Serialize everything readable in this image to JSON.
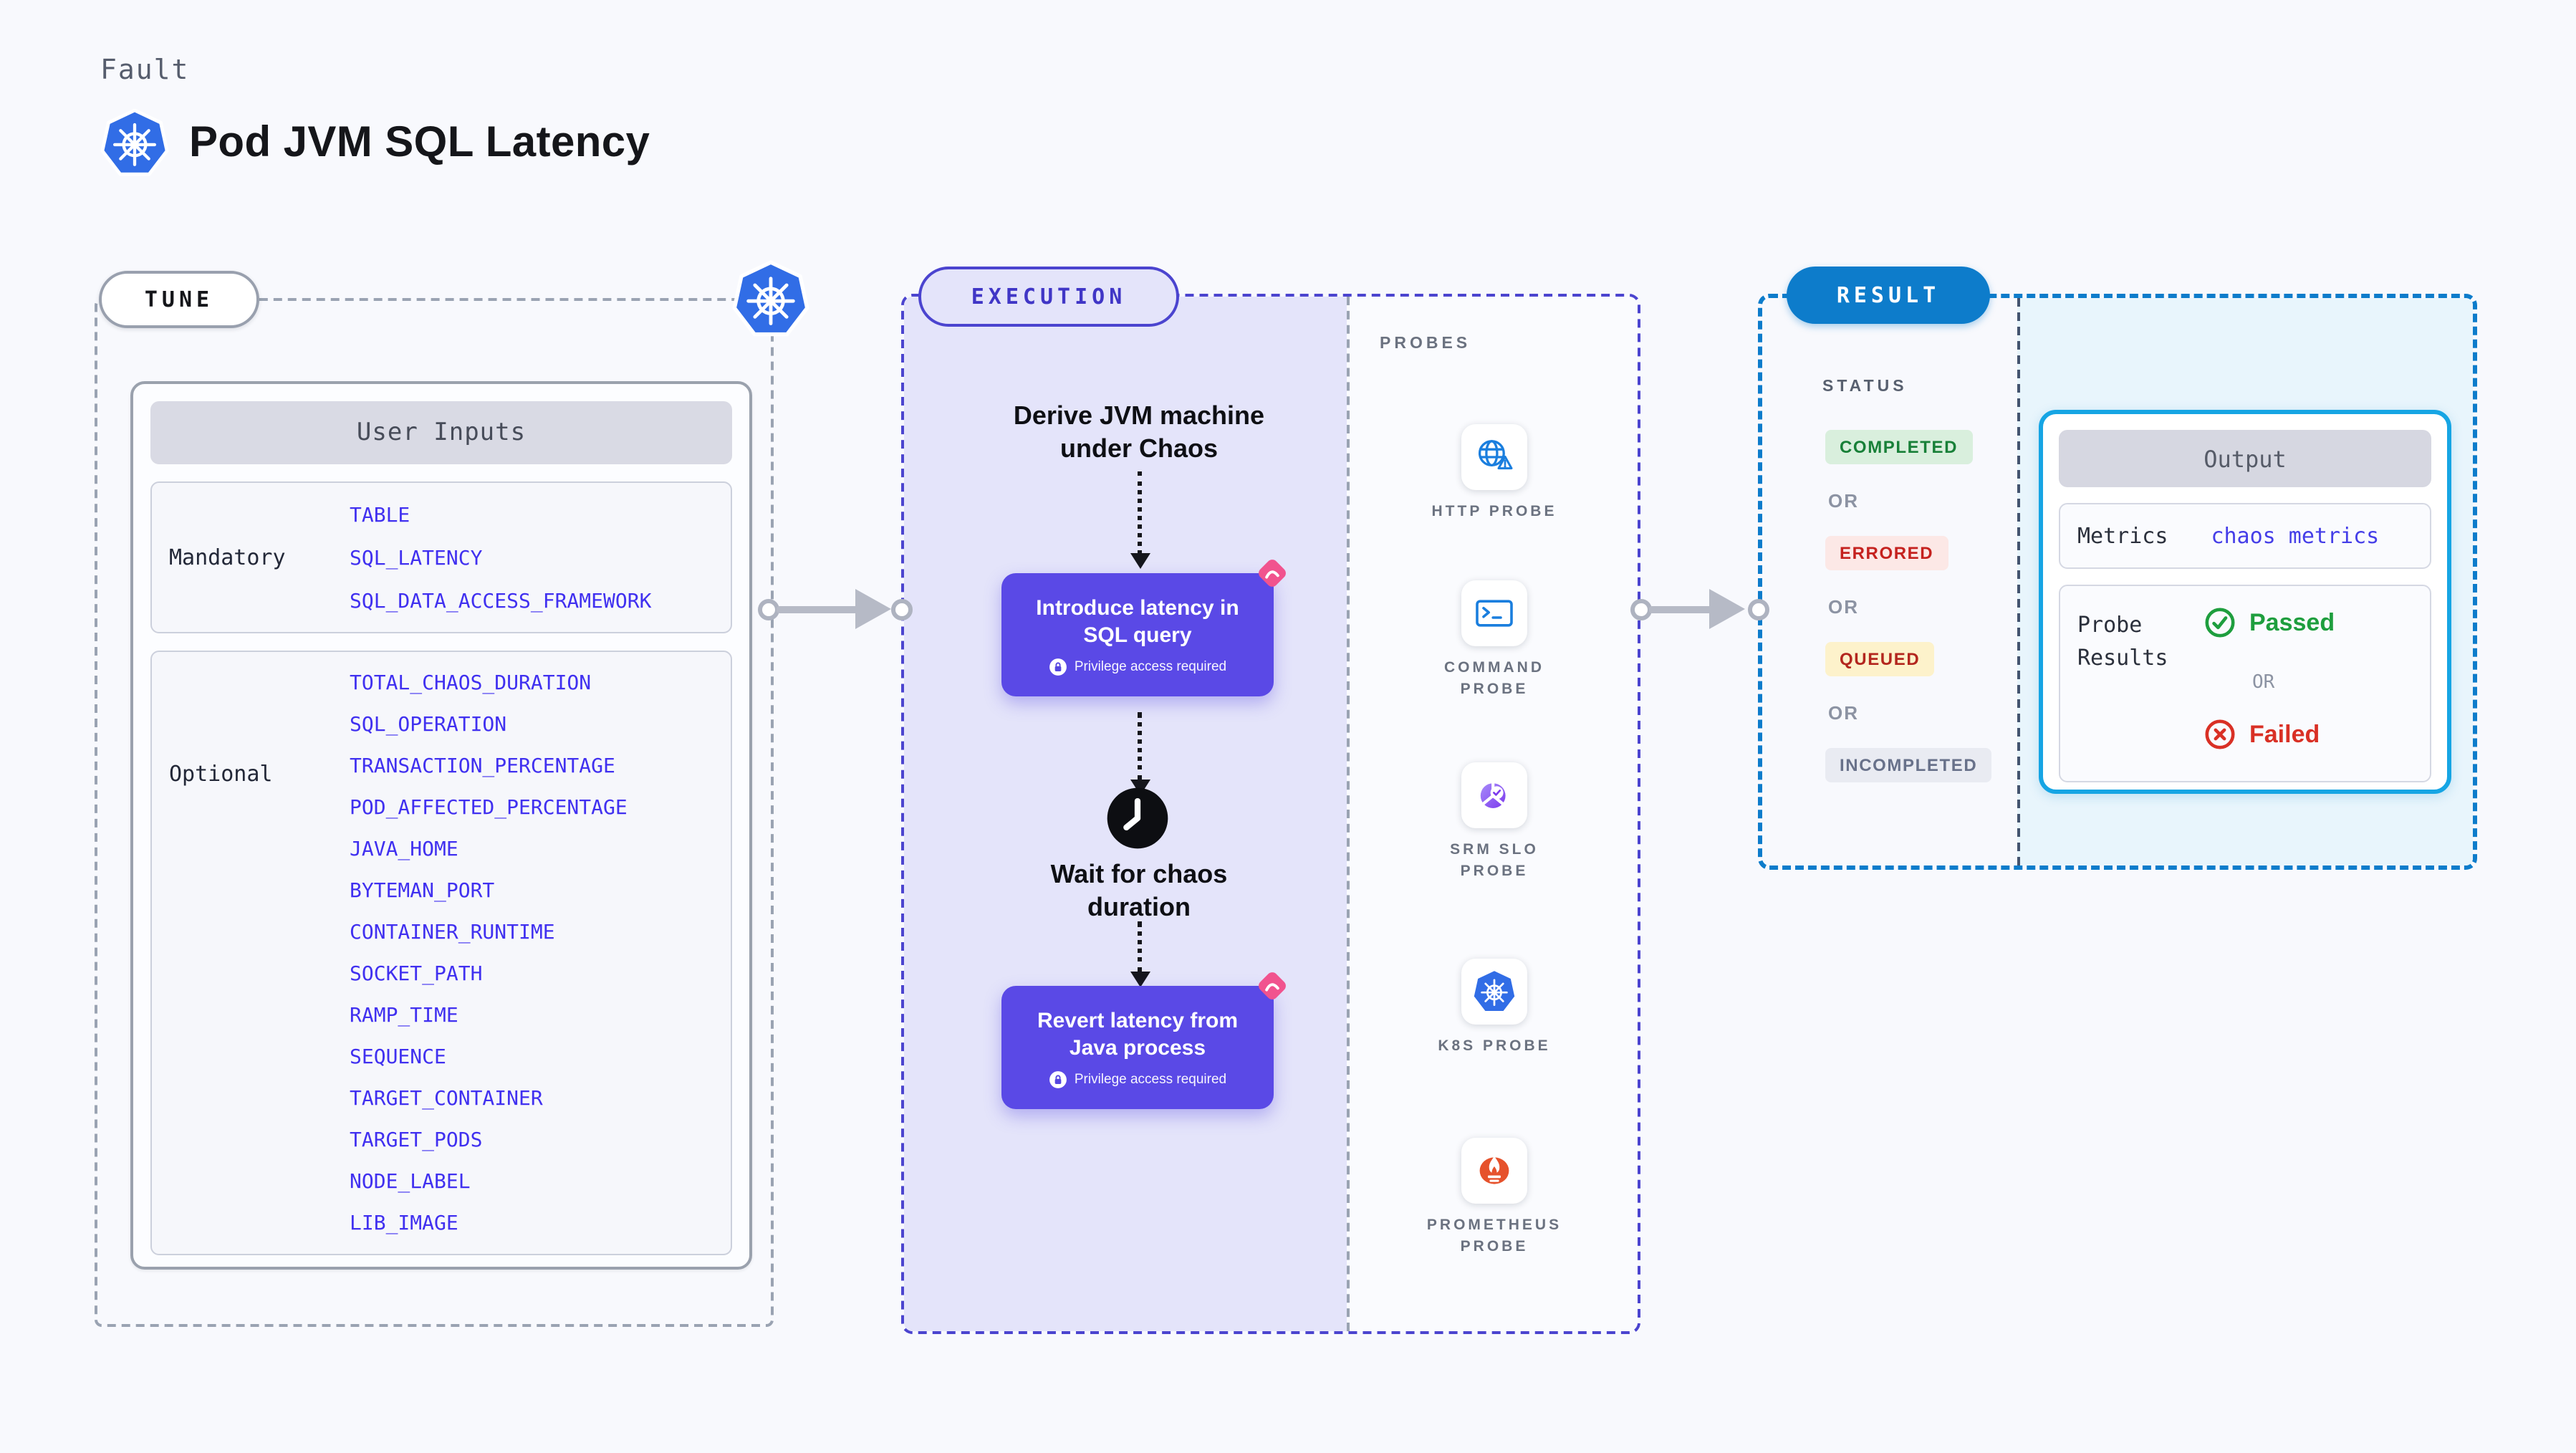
{
  "header": {
    "eyebrow": "Fault",
    "title": "Pod JVM SQL Latency"
  },
  "tune": {
    "badge": "TUNE",
    "table_title": "User Inputs",
    "mandatory_label": "Mandatory",
    "mandatory_items": [
      "TABLE",
      "SQL_LATENCY",
      "SQL_DATA_ACCESS_FRAMEWORK"
    ],
    "optional_label": "Optional",
    "optional_items": [
      "TOTAL_CHAOS_DURATION",
      "SQL_OPERATION",
      "TRANSACTION_PERCENTAGE",
      "POD_AFFECTED_PERCENTAGE",
      "JAVA_HOME",
      "BYTEMAN_PORT",
      "CONTAINER_RUNTIME",
      "SOCKET_PATH",
      "RAMP_TIME",
      "SEQUENCE",
      "TARGET_CONTAINER",
      "TARGET_PODS",
      "NODE_LABEL",
      "LIB_IMAGE"
    ]
  },
  "execution": {
    "badge": "EXECUTION",
    "derive_line1": "Derive JVM machine",
    "derive_line2": "under Chaos",
    "step1_line1": "Introduce latency in",
    "step1_line2": "SQL query",
    "privilege_note": "Privilege access required",
    "wait_line1": "Wait for chaos",
    "wait_line2": "duration",
    "step2_line1": "Revert latency from",
    "step2_line2": "Java process"
  },
  "probes": {
    "title": "PROBES",
    "items": [
      {
        "icon": "http-probe-icon",
        "label1": "HTTP PROBE",
        "label2": ""
      },
      {
        "icon": "command-probe-icon",
        "label1": "COMMAND",
        "label2": "PROBE"
      },
      {
        "icon": "srm-slo-probe-icon",
        "label1": "SRM SLO",
        "label2": "PROBE"
      },
      {
        "icon": "k8s-probe-icon",
        "label1": "K8S PROBE",
        "label2": ""
      },
      {
        "icon": "prometheus-probe-icon",
        "label1": "PROMETHEUS",
        "label2": "PROBE"
      }
    ]
  },
  "result": {
    "badge": "RESULT",
    "status_label": "STATUS",
    "or_label": "OR",
    "statuses": [
      {
        "label": "COMPLETED",
        "style": "color:#188038;background:#d9efdd;top:92px;"
      },
      {
        "label": "ERRORED",
        "style": "color:#c5221f;background:#fce8e6;top:166px;"
      },
      {
        "label": "QUEUED",
        "style": "color:#b3261e;background:#fdf2cb;top:240px;"
      },
      {
        "label": "INCOMPLETED",
        "style": "color:#68718a;background:#e9ebf2;top:314px;"
      }
    ],
    "output": {
      "title": "Output",
      "metrics_label": "Metrics",
      "metrics_value": "chaos metrics",
      "probe_label_line1": "Probe",
      "probe_label_line2": "Results",
      "passed": "Passed",
      "or": "OR",
      "failed": "Failed"
    }
  },
  "colors": {
    "env-blue": "#4030f0",
    "lavender": "#e4e4fa",
    "exec-border": "#4b44cf",
    "purple-box": "#5a49e6",
    "pink": "#f1538e",
    "result-blue": "#0d7ccb",
    "cyan-bg": "#e8f5fc",
    "output-border": "#16a5e4",
    "green": "#1e9e3e",
    "red": "#d93025",
    "gray-border": "#9aa3b2",
    "probe-blue": "#1a7ede",
    "k8s-blue": "#316de6",
    "prometheus-orange": "#e6522c",
    "srm-purple": "#7c3aed"
  }
}
